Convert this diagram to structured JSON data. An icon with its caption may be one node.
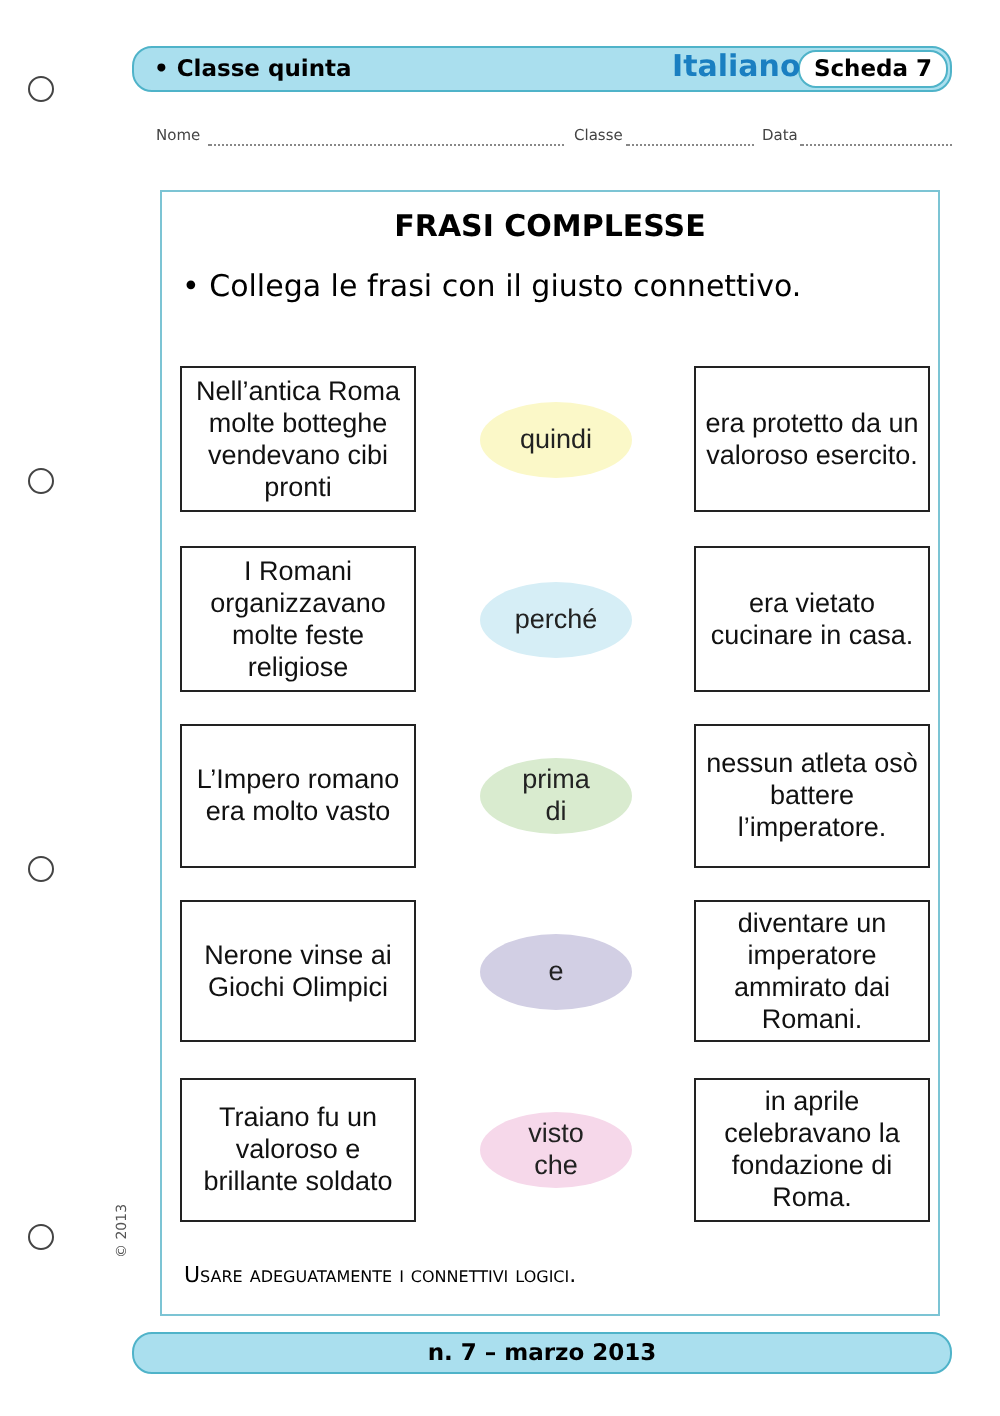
{
  "diagram": {
    "title": "FRASI COMPLESSE",
    "nodes": [
      {
        "text": [
          "Nell’antica Roma molte botteghe vendevano cibi pronti"
        ]
      },
      {
        "text": [
          "quindi"
        ]
      },
      {
        "text": [
          "era protetto da un valoroso esercito."
        ]
      },
      {
        "text": [
          "I Romani organizzavano molte feste religiose"
        ]
      },
      {
        "text": [
          "perché"
        ]
      },
      {
        "text": [
          "era vietato cucinare in casa."
        ]
      },
      {
        "text": [
          "L’Impero romano era molto vasto"
        ]
      },
      {
        "text": [
          "prima di"
        ]
      },
      {
        "text": [
          "nessun atleta osò battere l’imperatore."
        ]
      },
      {
        "text": [
          "Nerone vinse ai Giochi Olimpici"
        ]
      },
      {
        "text": [
          "e"
        ]
      },
      {
        "text": [
          "diventare un imperatore ammirato dai Romani."
        ]
      },
      {
        "text": [
          "Traiano fu un valoroso e brillante soldato"
        ]
      },
      {
        "text": [
          "visto che"
        ]
      },
      {
        "text": [
          "in aprile celebravano la fondazione di Roma."
        ]
      }
    ],
    "labels": [
      "• Classe quinta",
      "Italiano",
      "Scheda 7",
      "Nome",
      "Classe",
      "Data",
      "• Collega le frasi con il giusto connettivo.",
      "Usare adeguatamente i connettivi logici.",
      "© 2013",
      "n. 7 – marzo 2013"
    ]
  }
}
